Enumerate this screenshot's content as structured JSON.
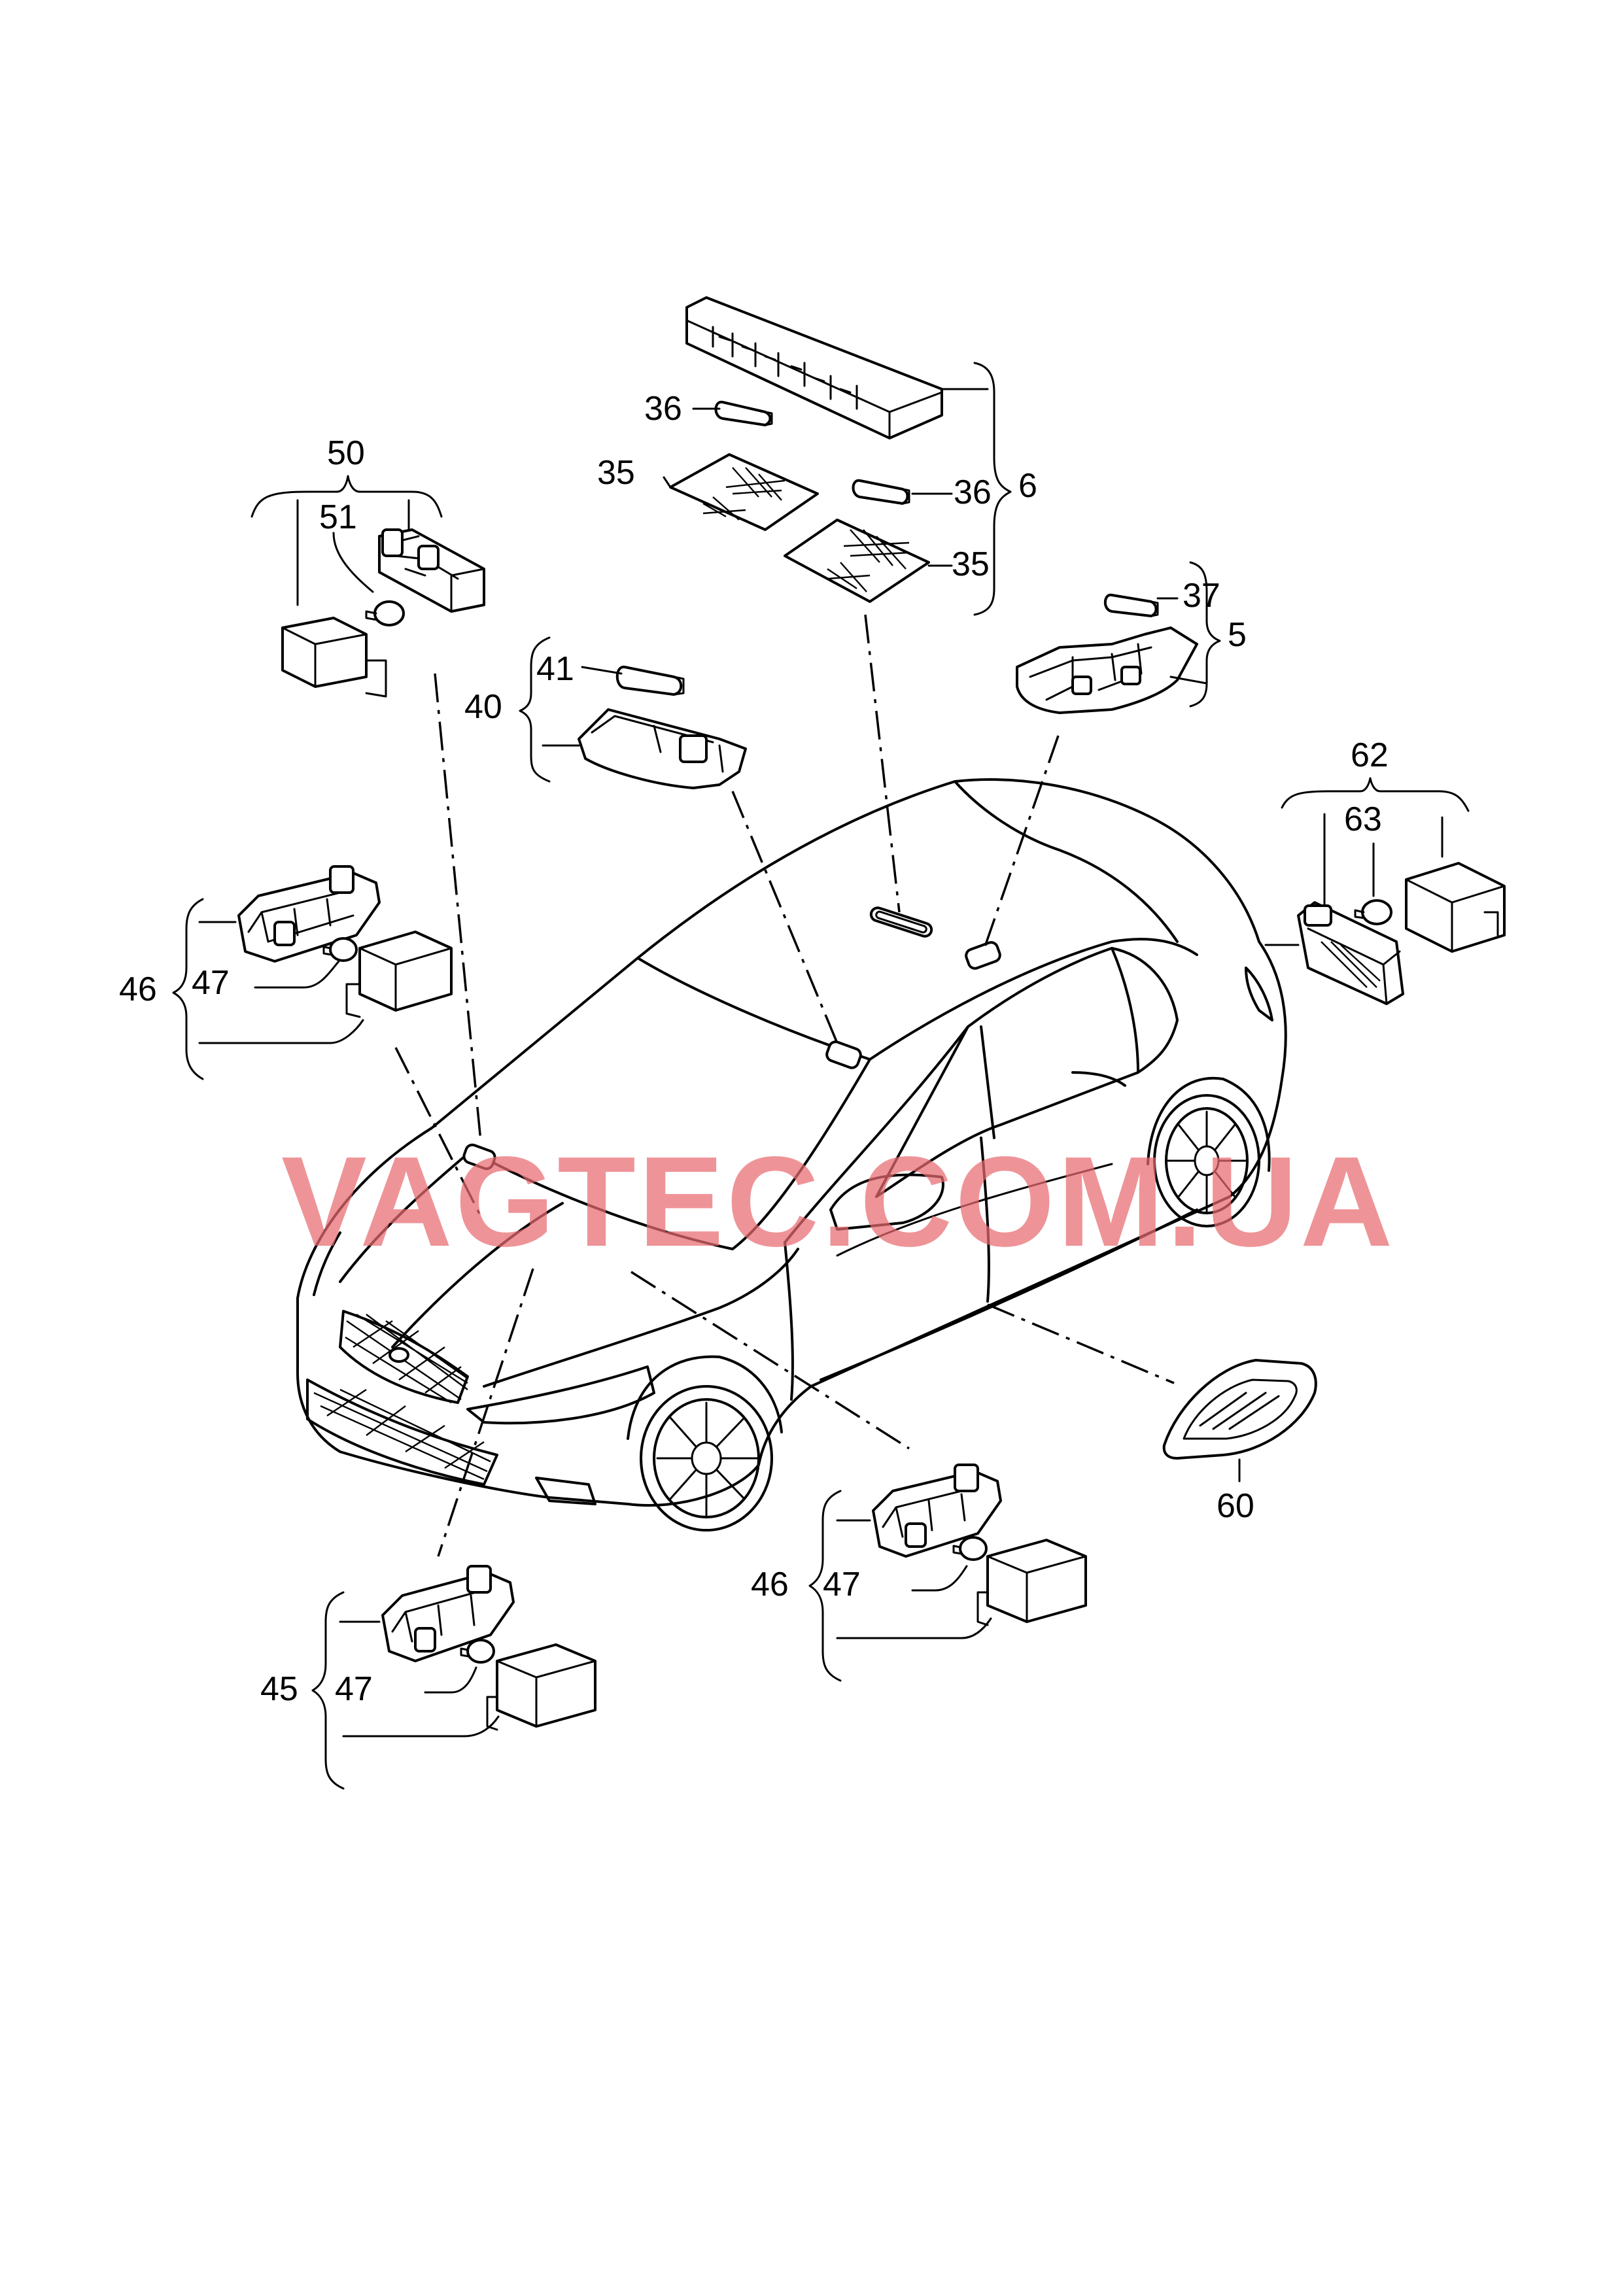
{
  "watermark": "VAGTEC.COM.UA",
  "labels": {
    "l_50": "50",
    "l_51": "51",
    "l_36a": "36",
    "l_35a": "35",
    "l_36b": "36",
    "l_6": "6",
    "l_35b": "35",
    "l_37": "37",
    "l_5": "5",
    "l_41": "41",
    "l_40": "40",
    "l_62": "62",
    "l_63": "63",
    "l_46a": "46",
    "l_47a": "47",
    "l_60": "60",
    "l_46b": "46",
    "l_47b": "47",
    "l_45": "45",
    "l_47c": "47"
  }
}
